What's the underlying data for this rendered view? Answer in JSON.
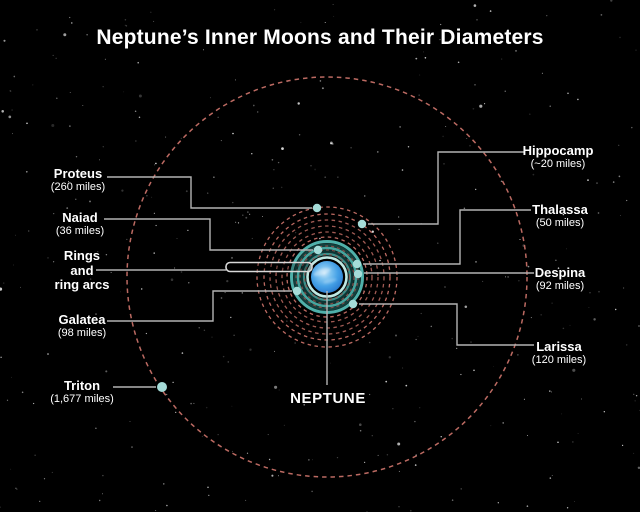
{
  "title": "Neptune’s Inner Moons and Their Diameters",
  "planet": {
    "label": "NEPTUNE"
  },
  "rings_label": {
    "line1": "Rings",
    "line2": "and",
    "line3": "ring arcs"
  },
  "moons": {
    "proteus": {
      "name": "Proteus",
      "diameter": "(260 miles)"
    },
    "naiad": {
      "name": "Naiad",
      "diameter": "(36 miles)"
    },
    "galatea": {
      "name": "Galatea",
      "diameter": "(98 miles)"
    },
    "triton": {
      "name": "Triton",
      "diameter": "(1,677 miles)"
    },
    "hippocamp": {
      "name": "Hippocamp",
      "diameter": "(~20 miles)"
    },
    "thalassa": {
      "name": "Thalassa",
      "diameter": "(50 miles)"
    },
    "despina": {
      "name": "Despina",
      "diameter": "(92 miles)"
    },
    "larissa": {
      "name": "Larissa",
      "diameter": "(120 miles)"
    }
  },
  "colors": {
    "bg": "#000000",
    "text": "#ffffff",
    "orbit": "#bc6a62",
    "orbit-faint": "#9c534d",
    "leader": "#b3b3b3",
    "moon": "#a5dcd8",
    "ring": "#4fb0aa",
    "pointer": "#d9d9d9"
  }
}
